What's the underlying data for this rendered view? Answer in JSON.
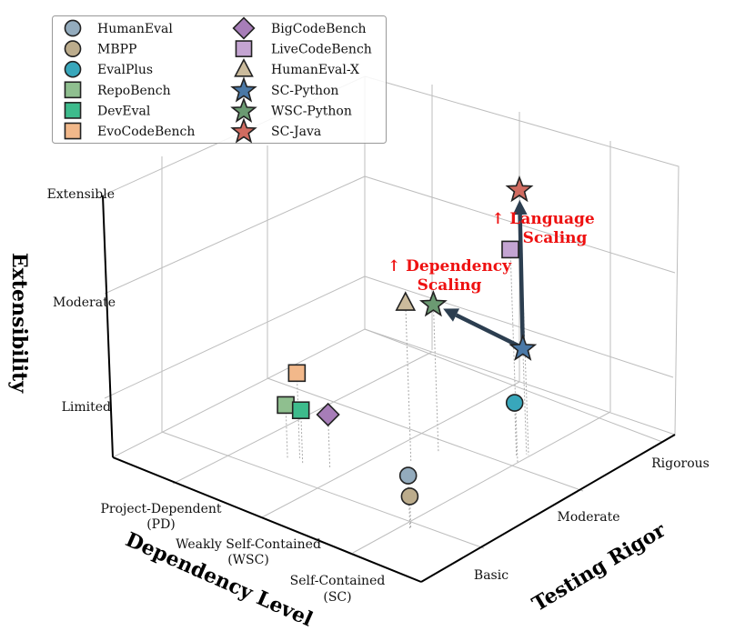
{
  "chart_data": {
    "type": "scatter",
    "projection": "3d",
    "title": "",
    "axes": {
      "x": {
        "label": "Dependency Level",
        "ticks": [
          [
            "Project-Dependent",
            "(PD)"
          ],
          [
            "Weakly Self-Contained",
            "(WSC)"
          ],
          [
            "Self-Contained",
            "(SC)"
          ]
        ],
        "range": [
          -0.5,
          2.5
        ]
      },
      "y": {
        "label": "Testing Rigor",
        "ticks": [
          "Basic",
          "Moderate",
          "Rigorous"
        ],
        "range": [
          -0.5,
          2.5
        ]
      },
      "z": {
        "label": "Extensibility",
        "ticks": [
          "Limited",
          "Moderate",
          "Extensible"
        ],
        "range": [
          -0.5,
          2.5
        ]
      }
    },
    "grid": true,
    "legend_position": "top-left",
    "points": [
      {
        "name": "HumanEval",
        "marker": "circle",
        "color": "#93abbd",
        "dependency": 1.93,
        "rigor": 0.08,
        "extensibility": 0.0
      },
      {
        "name": "MBPP",
        "marker": "circle",
        "color": "#bcac8c",
        "dependency": 1.93,
        "rigor": 0.09,
        "extensibility": -0.2
      },
      {
        "name": "EvalPlus",
        "marker": "circle",
        "color": "#38a7bb",
        "dependency": 1.8,
        "rigor": 1.48,
        "extensibility": 0.0
      },
      {
        "name": "RepoBench",
        "marker": "square",
        "color": "#8fbf8f",
        "dependency": 0.51,
        "rigor": 0.34,
        "extensibility": 0.0
      },
      {
        "name": "DevEval",
        "marker": "square",
        "color": "#3dbb8c",
        "dependency": 0.65,
        "rigor": 0.35,
        "extensibility": 0.0
      },
      {
        "name": "EvoCodeBench",
        "marker": "square",
        "color": "#f2b88a",
        "dependency": 0.58,
        "rigor": 0.4,
        "extensibility": 0.3
      },
      {
        "name": "BigCodeBench",
        "marker": "diamond",
        "color": "#a77db8",
        "dependency": 0.85,
        "rigor": 0.43,
        "extensibility": 0.0
      },
      {
        "name": "LiveCodeBench",
        "marker": "square",
        "color": "#c4a4d2",
        "dependency": 1.87,
        "rigor": 1.41,
        "extensibility": 1.5
      },
      {
        "name": "HumanEval-X",
        "marker": "triangle",
        "color": "#cbbb9c",
        "dependency": 1.26,
        "rigor": 0.89,
        "extensibility": 1.0
      },
      {
        "name": "SC-Python",
        "marker": "star",
        "color": "#4a78a6",
        "dependency": 1.84,
        "rigor": 1.55,
        "extensibility": 0.5
      },
      {
        "name": "WSC-Python",
        "marker": "star",
        "color": "#6b9a72",
        "dependency": 1.32,
        "rigor": 1.14,
        "extensibility": 0.9
      },
      {
        "name": "SC-Java",
        "marker": "star",
        "color": "#d06b60",
        "dependency": 1.86,
        "rigor": 1.55,
        "extensibility": 2.0
      }
    ],
    "arrows": [
      {
        "from": "SC-Python",
        "to": "WSC-Python",
        "color": "#2c3e50"
      },
      {
        "from": "SC-Python",
        "to": "SC-Java",
        "color": "#2c3e50"
      }
    ],
    "annotations": [
      {
        "lines": [
          "↑ Language",
          "Scaling"
        ],
        "color": "#ee1111"
      },
      {
        "lines": [
          "↑ Dependency",
          "Scaling"
        ],
        "color": "#ee1111"
      }
    ]
  }
}
